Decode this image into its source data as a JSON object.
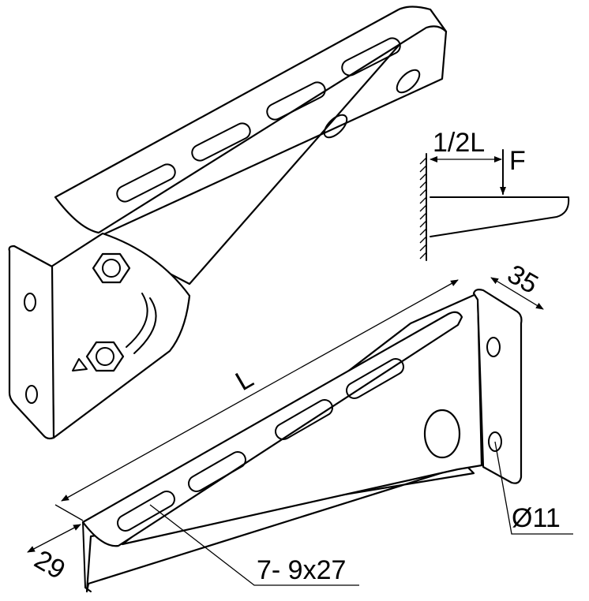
{
  "labels": {
    "half_length": "1/2L",
    "force": "F",
    "width_top": "35",
    "length": "L",
    "hole_diameter": "Ø11",
    "width_bottom": "29",
    "slots": "7- 9x27"
  },
  "colors": {
    "line": "#000000",
    "background": "#ffffff"
  }
}
